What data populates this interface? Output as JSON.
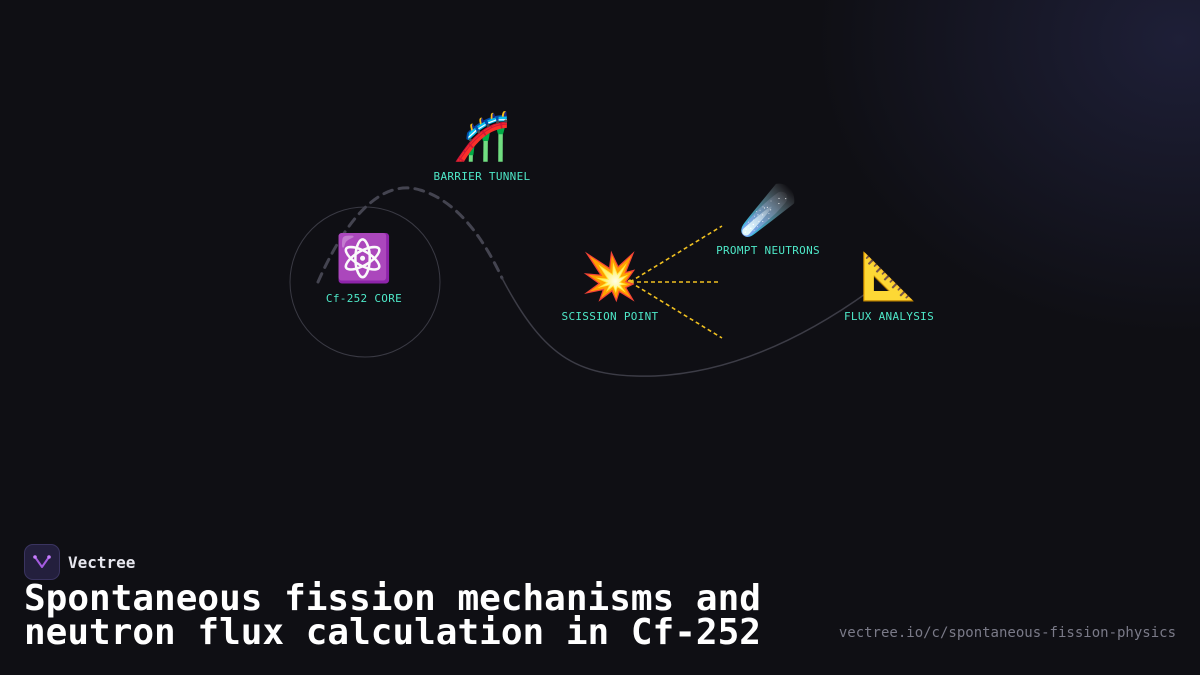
{
  "diagram": {
    "nodes": [
      {
        "id": "core",
        "label": "Cf-252 CORE",
        "icon": "atom-icon",
        "glyph": "⚛️"
      },
      {
        "id": "tunnel",
        "label": "BARRIER TUNNEL",
        "icon": "roller-coaster-icon",
        "glyph": "🎢"
      },
      {
        "id": "scission",
        "label": "SCISSION POINT",
        "icon": "collision-icon",
        "glyph": "💥"
      },
      {
        "id": "neutrons",
        "label": "PROMPT NEUTRONS",
        "icon": "comet-icon",
        "glyph": "☄️"
      },
      {
        "id": "flux",
        "label": "FLUX ANALYSIS",
        "icon": "triangular-ruler-icon",
        "glyph": "📐"
      }
    ],
    "colors": {
      "label": "#4ee8c8",
      "path": "#444450",
      "rays": "#f0c020",
      "background": "#0f0f14"
    }
  },
  "brand": {
    "name": "Vectree"
  },
  "title": "Spontaneous fission mechanisms and neutron flux calculation in Cf-252",
  "url": "vectree.io/c/spontaneous-fission-physics"
}
